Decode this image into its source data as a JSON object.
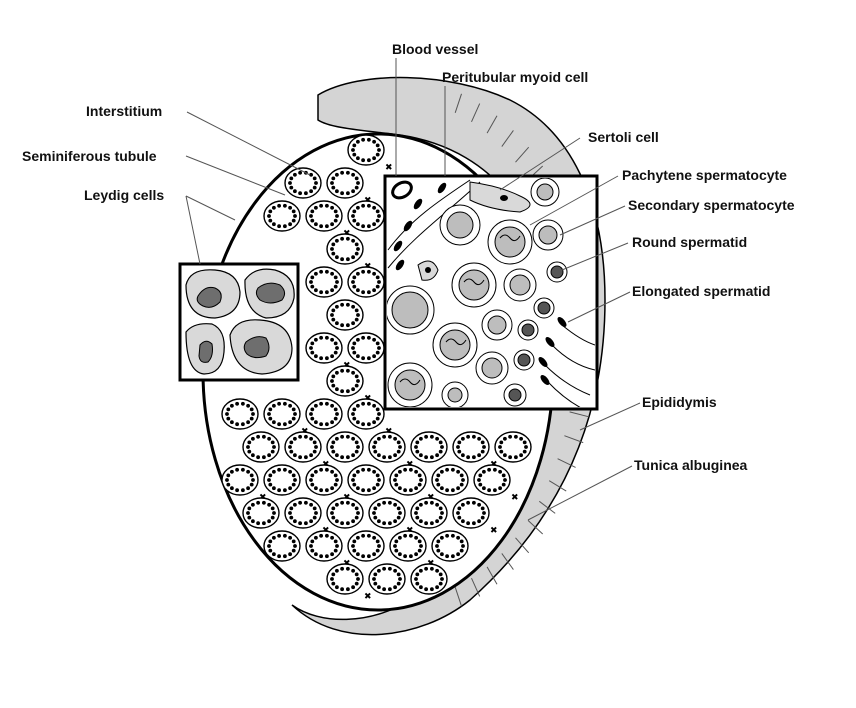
{
  "labels": {
    "blood_vessel": "Blood vessel",
    "peritubular_myoid_cell": "Peritubular myoid cell",
    "interstitium": "Interstitium",
    "sertoli_cell": "Sertoli cell",
    "seminiferous_tubule": "Seminiferous tubule",
    "pachytene_spermatocyte": "Pachytene spermatocyte",
    "leydig_cells": "Leydig cells",
    "secondary_spermatocyte": "Secondary spermatocyte",
    "round_spermatid": "Round spermatid",
    "elongated_spermatid": "Elongated spermatid",
    "epididymis": "Epididymis",
    "tunica_albuginea": "Tunica albuginea"
  },
  "colors": {
    "outline": "#000000",
    "epididymis_fill": "#d4d4d4",
    "tubule_bg": "#ffffff",
    "leydig_cytoplasm": "#d9d9d9",
    "leydig_nucleus": "#6e6e6e",
    "cell_nucleus": "#9a9a9a",
    "dark_nucleus": "#555555"
  }
}
